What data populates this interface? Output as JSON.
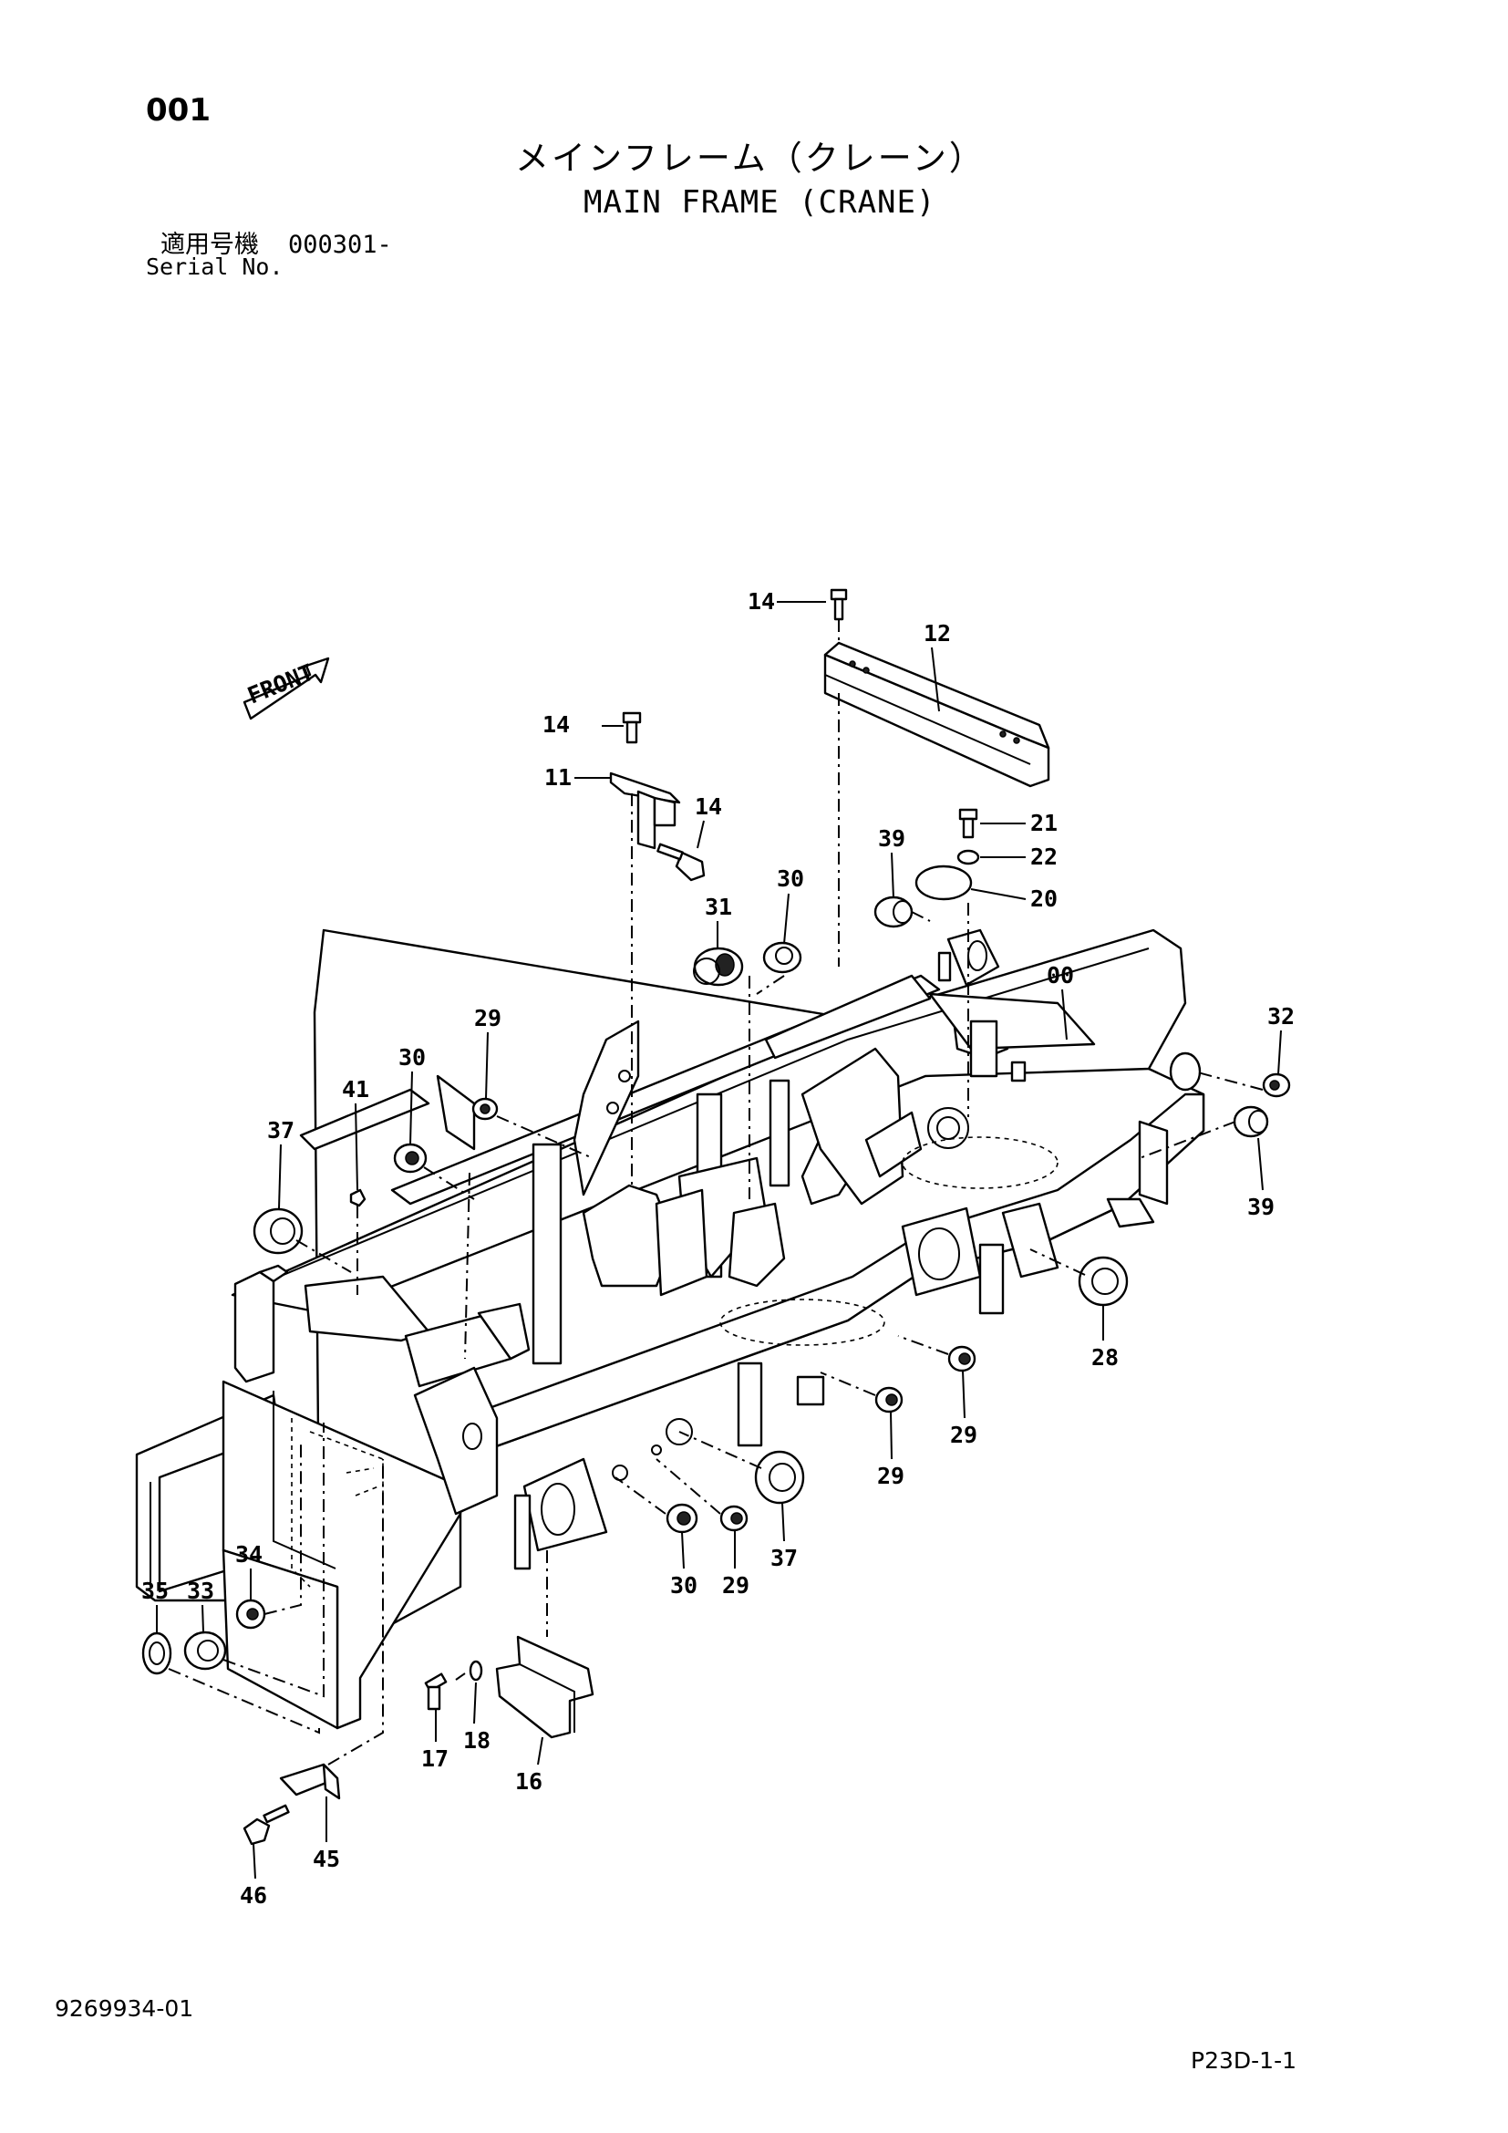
{
  "header": {
    "page_no": "001",
    "title_jp": "メインフレーム（クレーン）",
    "title_en": "MAIN FRAME (CRANE)",
    "serial_label_jp": "適用号機",
    "serial_value": "000301-",
    "serial_label_en": "Serial No."
  },
  "direction_mark": "FRONT",
  "callouts": [
    "14",
    "12",
    "14",
    "11",
    "14",
    "21",
    "22",
    "20",
    "39",
    "30",
    "31",
    "00",
    "29",
    "30",
    "41",
    "37",
    "32",
    "39",
    "28",
    "29",
    "29",
    "37",
    "30",
    "29",
    "34",
    "35",
    "33",
    "17",
    "18",
    "16",
    "45",
    "46"
  ],
  "footer": {
    "doc_no": "9269934-01",
    "sheet_no": "P23D-1-1"
  }
}
